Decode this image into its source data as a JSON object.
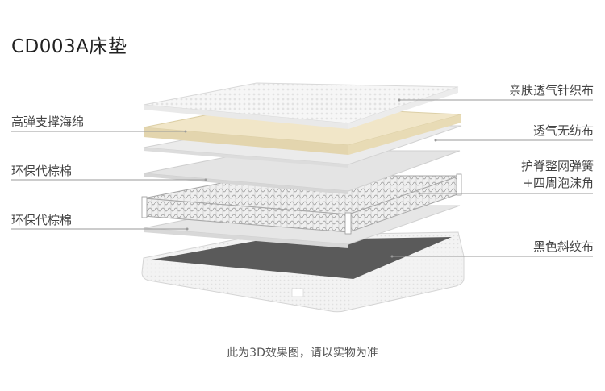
{
  "title": "CD003A床垫",
  "labels": {
    "top_fabric": "亲肤透气针织布",
    "nonwoven": "透气无纺布",
    "spring_line1": "护脊整网弹簧",
    "spring_line2": "+四周泡沫角",
    "bottom_fabric": "黑色斜纹布",
    "latex_foam": "高弹支撑海绵",
    "eco_cotton_1": "环保代棕棉",
    "eco_cotton_2": "环保代棕棉"
  },
  "caption": "此为3D效果图，请以实物为准",
  "colors": {
    "knit": "#f4f4f4",
    "foam": "#efe3c4",
    "sheet": "#e7e7e7",
    "base_inner": "#5a5a5a",
    "leader": "#9a9a9a"
  }
}
